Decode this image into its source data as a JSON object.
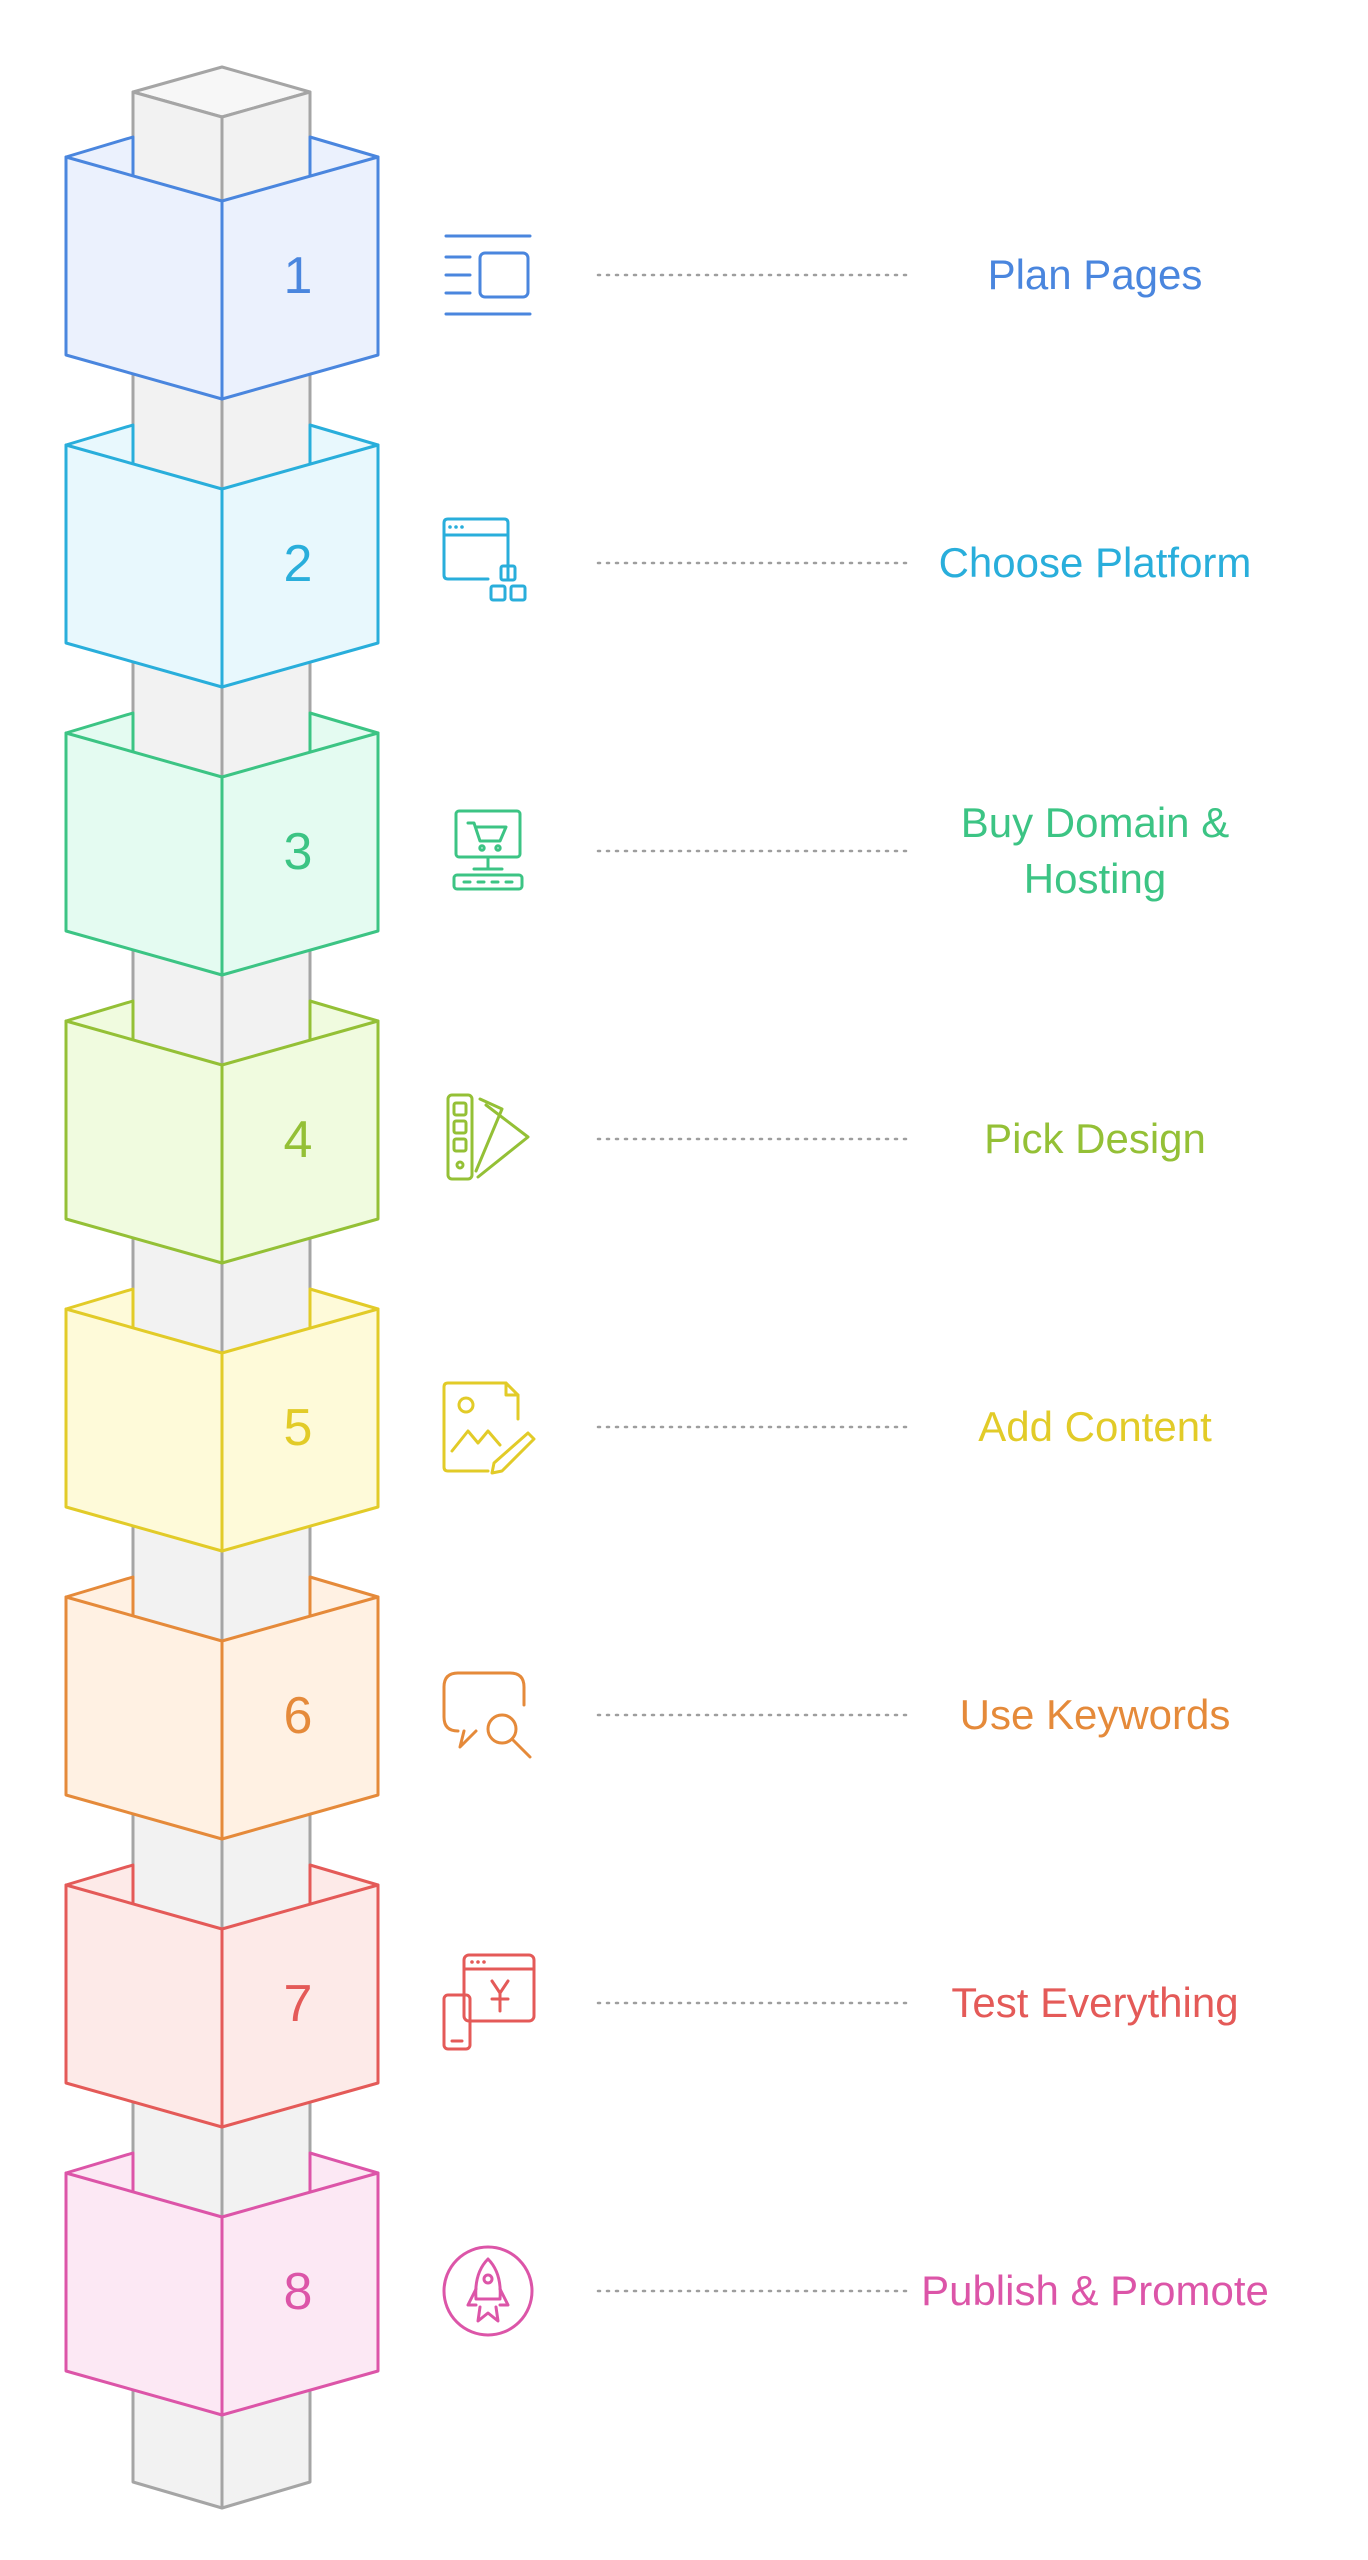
{
  "steps": [
    {
      "number": "1",
      "label_lines": [
        "Plan Pages"
      ],
      "icon": "page-layout-icon",
      "stroke": "#4A86DE",
      "fill": "#EBF1FD"
    },
    {
      "number": "2",
      "label_lines": [
        "Choose Platform"
      ],
      "icon": "browser-window-icon",
      "stroke": "#29AEDB",
      "fill": "#E8F8FD"
    },
    {
      "number": "3",
      "label_lines": [
        "Buy Domain &",
        "Hosting"
      ],
      "icon": "shopping-computer-icon",
      "stroke": "#3CC484",
      "fill": "#E4FBF1"
    },
    {
      "number": "4",
      "label_lines": [
        "Pick Design"
      ],
      "icon": "color-swatches-icon",
      "stroke": "#94C036",
      "fill": "#F0FBDF"
    },
    {
      "number": "5",
      "label_lines": [
        "Add Content"
      ],
      "icon": "edit-image-icon",
      "stroke": "#E2CB28",
      "fill": "#FEFAD9"
    },
    {
      "number": "6",
      "label_lines": [
        "Use Keywords"
      ],
      "icon": "search-bubble-icon",
      "stroke": "#E58A3A",
      "fill": "#FFF1E3"
    },
    {
      "number": "7",
      "label_lines": [
        "Test Everything"
      ],
      "icon": "device-test-icon",
      "stroke": "#E45A58",
      "fill": "#FDEAE8"
    },
    {
      "number": "8",
      "label_lines": [
        "Publish & Promote"
      ],
      "icon": "rocket-icon",
      "stroke": "#DC55A8",
      "fill": "#FCE8F4"
    }
  ],
  "pillar": {
    "stroke": "#A5A5A5",
    "fill_left": "#F2F2F2",
    "fill_right": "#F2F2F2",
    "fill_top": "#F7F7F7"
  },
  "connector_color": "#9E9E9E"
}
